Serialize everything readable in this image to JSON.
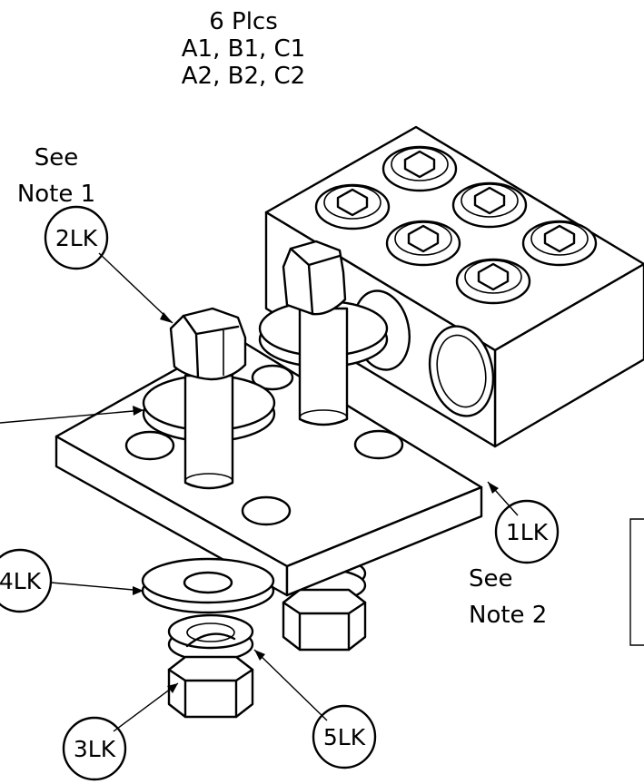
{
  "header_note": {
    "line1": "6 Plcs",
    "line2": "A1, B1, C1",
    "line3": "A2, B2, C2"
  },
  "notes": {
    "see_note1_line1": "See",
    "see_note1_line2": "Note 1",
    "see_note2_line1": "See",
    "see_note2_line2": "Note 2"
  },
  "callouts": {
    "c1": "1LK",
    "c2": "2LK",
    "c3": "3LK",
    "c4": "4LK",
    "c5": "5LK"
  }
}
